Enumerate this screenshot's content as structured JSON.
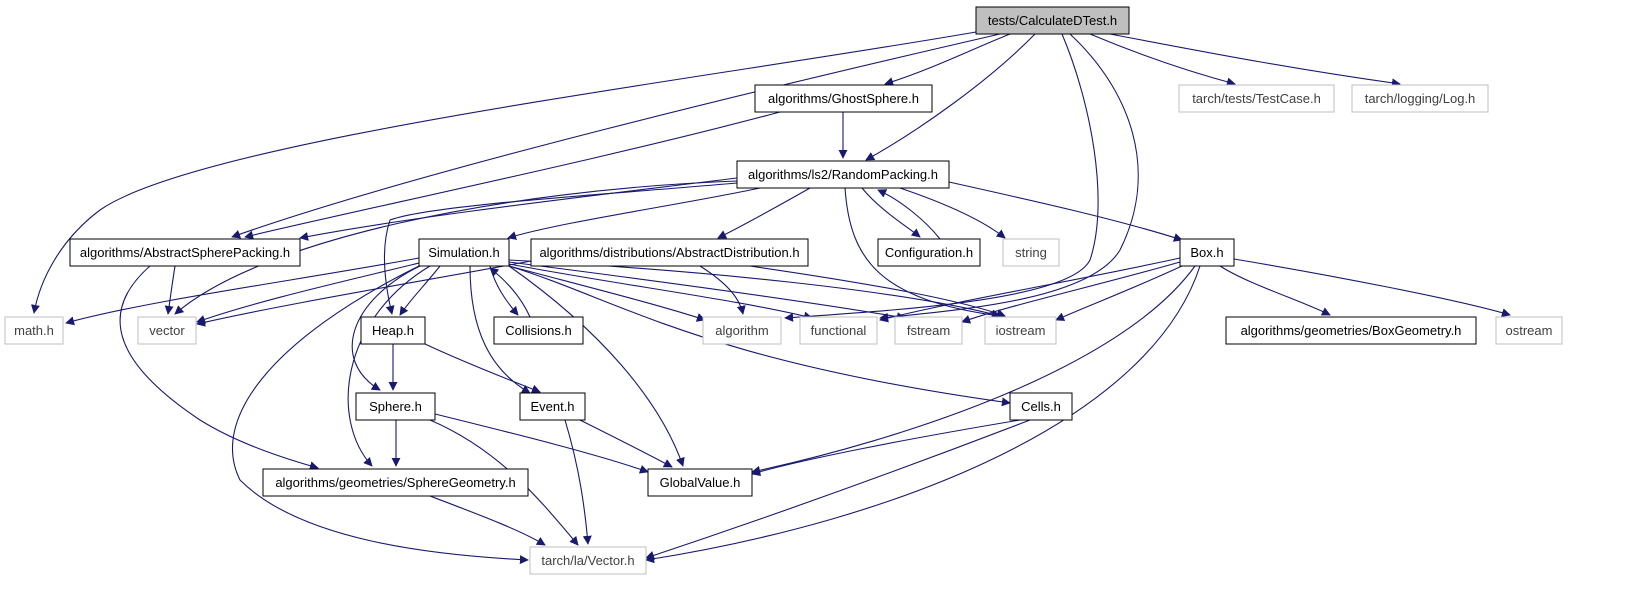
{
  "graph": {
    "nodes": [
      {
        "id": "calcd",
        "label": "tests/CalculateDTest.h",
        "style": "root"
      },
      {
        "id": "ghost",
        "label": "algorithms/GhostSphere.h",
        "style": "normal"
      },
      {
        "id": "testcase",
        "label": "tarch/tests/TestCase.h",
        "style": "external"
      },
      {
        "id": "log",
        "label": "tarch/logging/Log.h",
        "style": "external"
      },
      {
        "id": "rp",
        "label": "algorithms/ls2/RandomPacking.h",
        "style": "normal"
      },
      {
        "id": "asp",
        "label": "algorithms/AbstractSpherePacking.h",
        "style": "normal"
      },
      {
        "id": "sim",
        "label": "Simulation.h",
        "style": "normal"
      },
      {
        "id": "ad",
        "label": "algorithms/distributions/AbstractDistribution.h",
        "style": "normal"
      },
      {
        "id": "config",
        "label": "Configuration.h",
        "style": "normal"
      },
      {
        "id": "string",
        "label": "string",
        "style": "external"
      },
      {
        "id": "box",
        "label": "Box.h",
        "style": "normal"
      },
      {
        "id": "math",
        "label": "math.h",
        "style": "external"
      },
      {
        "id": "vector",
        "label": "vector",
        "style": "external"
      },
      {
        "id": "heap",
        "label": "Heap.h",
        "style": "normal"
      },
      {
        "id": "coll",
        "label": "Collisions.h",
        "style": "normal"
      },
      {
        "id": "algorithm",
        "label": "algorithm",
        "style": "external"
      },
      {
        "id": "functional",
        "label": "functional",
        "style": "external"
      },
      {
        "id": "fstream",
        "label": "fstream",
        "style": "external"
      },
      {
        "id": "iostream",
        "label": "iostream",
        "style": "external"
      },
      {
        "id": "boxgeom",
        "label": "algorithms/geometries/BoxGeometry.h",
        "style": "normal"
      },
      {
        "id": "ostream",
        "label": "ostream",
        "style": "external"
      },
      {
        "id": "sphere",
        "label": "Sphere.h",
        "style": "normal"
      },
      {
        "id": "event",
        "label": "Event.h",
        "style": "normal"
      },
      {
        "id": "cells",
        "label": "Cells.h",
        "style": "normal"
      },
      {
        "id": "spheregeom",
        "label": "algorithms/geometries/SphereGeometry.h",
        "style": "normal"
      },
      {
        "id": "gv",
        "label": "GlobalValue.h",
        "style": "normal"
      },
      {
        "id": "vec",
        "label": "tarch/la/Vector.h",
        "style": "external"
      }
    ],
    "edges": [
      {
        "from": "calcd",
        "to": "math"
      },
      {
        "from": "calcd",
        "to": "asp"
      },
      {
        "from": "calcd",
        "to": "ghost"
      },
      {
        "from": "calcd",
        "to": "rp"
      },
      {
        "from": "calcd",
        "to": "algorithm"
      },
      {
        "from": "calcd",
        "to": "functional"
      },
      {
        "from": "calcd",
        "to": "testcase"
      },
      {
        "from": "calcd",
        "to": "log"
      },
      {
        "from": "ghost",
        "to": "rp"
      },
      {
        "from": "ghost",
        "to": "asp"
      },
      {
        "from": "rp",
        "to": "asp"
      },
      {
        "from": "rp",
        "to": "vector"
      },
      {
        "from": "rp",
        "to": "heap"
      },
      {
        "from": "rp",
        "to": "sim"
      },
      {
        "from": "rp",
        "to": "ad"
      },
      {
        "from": "rp",
        "to": "config"
      },
      {
        "from": "config",
        "to": "rp"
      },
      {
        "from": "rp",
        "to": "string"
      },
      {
        "from": "rp",
        "to": "box"
      },
      {
        "from": "rp",
        "to": "iostream"
      },
      {
        "from": "asp",
        "to": "vector"
      },
      {
        "from": "asp",
        "to": "spheregeom"
      },
      {
        "from": "sim",
        "to": "math"
      },
      {
        "from": "sim",
        "to": "vector"
      },
      {
        "from": "sim",
        "to": "heap"
      },
      {
        "from": "sim",
        "to": "coll"
      },
      {
        "from": "coll",
        "to": "sim"
      },
      {
        "from": "sim",
        "to": "algorithm"
      },
      {
        "from": "sim",
        "to": "functional"
      },
      {
        "from": "sim",
        "to": "fstream"
      },
      {
        "from": "sim",
        "to": "iostream"
      },
      {
        "from": "sim",
        "to": "event"
      },
      {
        "from": "sim",
        "to": "sphere"
      },
      {
        "from": "sim",
        "to": "cells"
      },
      {
        "from": "sim",
        "to": "spheregeom"
      },
      {
        "from": "sim",
        "to": "gv"
      },
      {
        "from": "sim",
        "to": "vec"
      },
      {
        "from": "ad",
        "to": "vector"
      },
      {
        "from": "ad",
        "to": "algorithm"
      },
      {
        "from": "ad",
        "to": "iostream"
      },
      {
        "from": "box",
        "to": "functional"
      },
      {
        "from": "box",
        "to": "fstream"
      },
      {
        "from": "box",
        "to": "iostream"
      },
      {
        "from": "box",
        "to": "boxgeom"
      },
      {
        "from": "box",
        "to": "ostream"
      },
      {
        "from": "box",
        "to": "gv"
      },
      {
        "from": "box",
        "to": "vec"
      },
      {
        "from": "heap",
        "to": "sphere"
      },
      {
        "from": "heap",
        "to": "event"
      },
      {
        "from": "sphere",
        "to": "spheregeom"
      },
      {
        "from": "sphere",
        "to": "gv"
      },
      {
        "from": "sphere",
        "to": "vec"
      },
      {
        "from": "event",
        "to": "gv"
      },
      {
        "from": "event",
        "to": "vec"
      },
      {
        "from": "cells",
        "to": "gv"
      },
      {
        "from": "cells",
        "to": "vec"
      },
      {
        "from": "spheregeom",
        "to": "vec"
      }
    ]
  },
  "colors": {
    "edge": "#191970",
    "root_fill": "#bfbfbf",
    "normal_border": "#000000",
    "external_border": "#bfbfbf",
    "external_text": "#404040",
    "text": "#000000"
  }
}
